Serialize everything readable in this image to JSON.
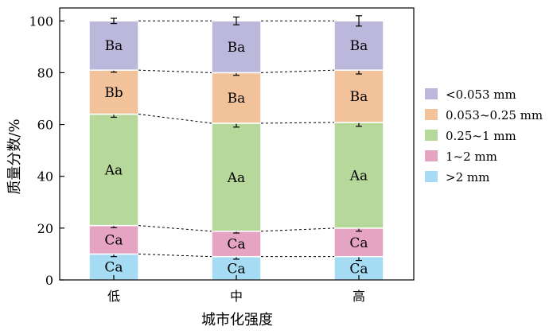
{
  "chart_data": {
    "type": "bar",
    "stacked": true,
    "categories": [
      "低",
      "中",
      "高"
    ],
    "ylabel": "质量分数/%",
    "xlabel": "城市化强度",
    "ylim": [
      0,
      105
    ],
    "yticks": [
      0,
      20,
      40,
      60,
      80,
      100
    ],
    "grid": false,
    "legend_position": "right",
    "series": [
      {
        "name": ">2 mm",
        "color": "#a6dcf3",
        "values": [
          10.0,
          9.0,
          9.0
        ],
        "errors": [
          1.0,
          1.0,
          1.5
        ],
        "labels": [
          "Ca",
          "Ca",
          "Ca"
        ]
      },
      {
        "name": "1~2 mm",
        "color": "#e6a4c3",
        "values": [
          11.0,
          9.8,
          11.0
        ],
        "errors": [
          0.8,
          0.7,
          1.2
        ],
        "labels": [
          "Ca",
          "Ca",
          "Ca"
        ]
      },
      {
        "name": "0.25~1 mm",
        "color": "#b7d89b",
        "values": [
          43.0,
          41.7,
          40.8
        ],
        "errors": [
          1.2,
          1.5,
          1.5
        ],
        "labels": [
          "Aa",
          "Aa",
          "Aa"
        ]
      },
      {
        "name": "0.053~0.25 mm",
        "color": "#f2c39a",
        "values": [
          17.0,
          19.5,
          20.2
        ],
        "errors": [
          0.8,
          1.0,
          1.5
        ],
        "labels": [
          "Bb",
          "Ba",
          "Ba"
        ]
      },
      {
        "name": "<0.053 mm",
        "color": "#bcb8dc",
        "values": [
          19.0,
          20.0,
          19.0
        ],
        "errors": [
          1.0,
          1.5,
          2.0
        ],
        "labels": [
          "Ba",
          "Ba",
          "Ba"
        ]
      }
    ]
  }
}
